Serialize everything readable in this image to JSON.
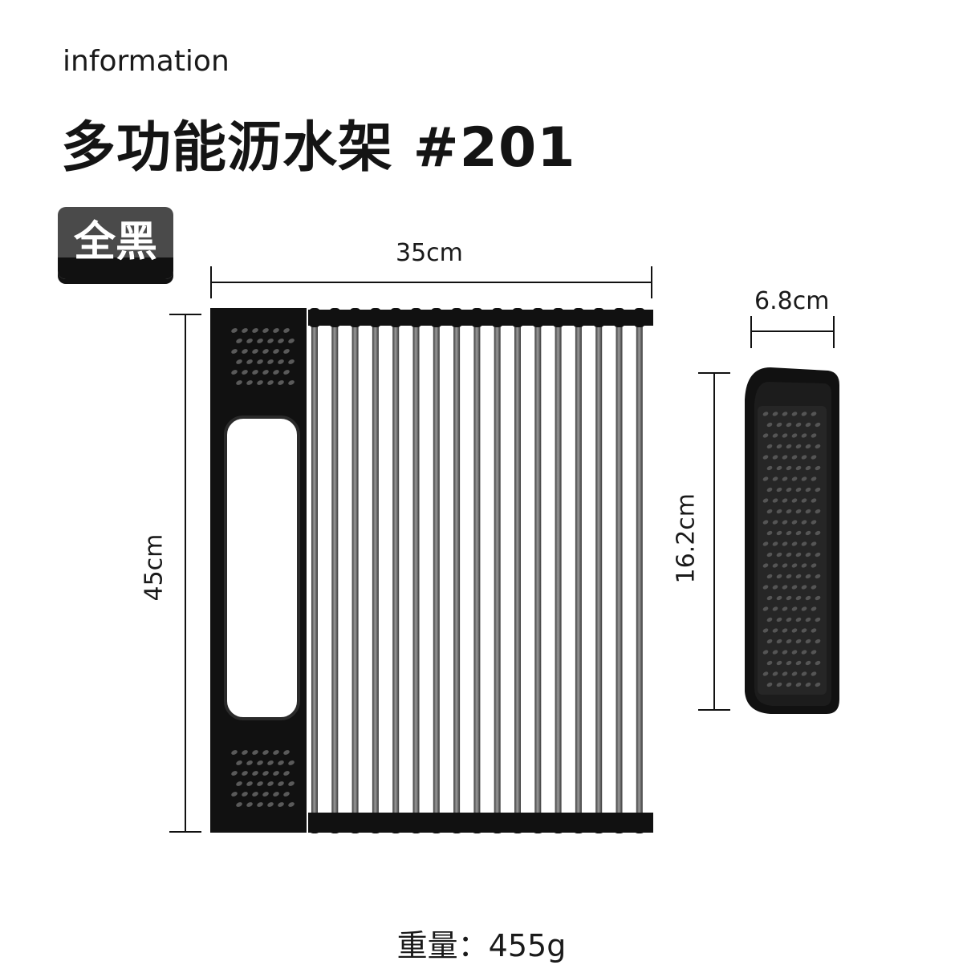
{
  "header": {
    "subtitle": "information",
    "title": "多功能沥水架 #201"
  },
  "badge": {
    "label": "全黑"
  },
  "dimensions": {
    "rack_width": "35cm",
    "rack_height": "45cm",
    "box_width": "6.8cm",
    "box_height": "16.2cm"
  },
  "footer": {
    "weight": "重量：455g"
  },
  "colors": {
    "product": "#111111",
    "rod": "#6e6e6e",
    "badge_top": "#4a4a4a"
  }
}
